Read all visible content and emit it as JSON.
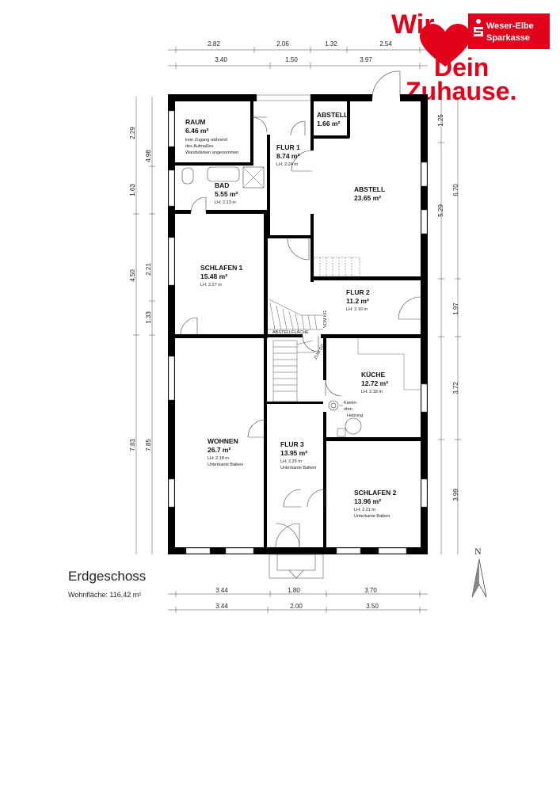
{
  "branding": {
    "slogan_line1": "Wir",
    "slogan_line2": "Dein",
    "slogan_line3": "Zuhause.",
    "bank_name_line1": "Weser-Elbe",
    "bank_name_line2": "Sparkasse",
    "accent_color": "#e3001b"
  },
  "floor": {
    "title": "Erdgeschoss",
    "living_area": "Wohnfläche: 116.42 m²",
    "north_label": "N"
  },
  "rooms": {
    "raum": {
      "name": "RAUM",
      "area": "6.46 m²",
      "note1": "kein Zugang während",
      "note2": "des Aufmaßes",
      "note3": "Wandstärken angenommen"
    },
    "abstell_small": {
      "name": "ABSTELL",
      "area": "1.66 m²"
    },
    "flur1": {
      "name": "FLUR 1",
      "area": "8.74 m²",
      "lh": "LH: 2.24 m"
    },
    "bad": {
      "name": "BAD",
      "area": "5.55 m²",
      "lh": "LH: 2.13 m"
    },
    "abstell_large": {
      "name": "ABSTELL",
      "area": "23.65 m²"
    },
    "schlafen1": {
      "name": "SCHLAFEN 1",
      "area": "15.48 m²",
      "lh": "LH: 2.27 m"
    },
    "flur2": {
      "name": "FLUR 2",
      "area": "11.2 m²",
      "lh": "LH: 2.10 m"
    },
    "kueche": {
      "name": "KÜCHE",
      "area": "12.72 m²",
      "lh": "LH: 2.18 m"
    },
    "wohnen": {
      "name": "WOHNEN",
      "area": "26.7 m²",
      "lh": "LH: 2.18 m",
      "note": "Unterkante Balken"
    },
    "flur3": {
      "name": "FLUR 3",
      "area": "13.95 m²",
      "lh": "LH: 2.25 m",
      "note": "Unterkante Balken"
    },
    "schlafen2": {
      "name": "SCHLAFEN 2",
      "area": "13.96 m²",
      "lh": "LH: 2.21 m",
      "note": "Unterkante Balken"
    }
  },
  "labels": {
    "abstellflaeche": "ABSTELLFLÄCHE",
    "vom_kg": "VOM KG",
    "zum_dg": "ZUM DG",
    "kaminofen1": "Kamin-",
    "kaminofen2": "ofen",
    "heizung": "Heizung"
  },
  "dimensions": {
    "top_row1": [
      "2.82",
      "2.06",
      "1.32",
      "2.54"
    ],
    "top_row2": [
      "3.40",
      "1.50",
      "3.97"
    ],
    "bottom_row1": [
      "3.44",
      "1.80",
      "3.70"
    ],
    "bottom_row2": [
      "3.44",
      "2.00",
      "3.50"
    ],
    "left_outer": [
      "4.98",
      "4.50",
      "7.83"
    ],
    "left_inner": [
      "2.29",
      "1.63",
      "2.21",
      "1.33",
      "7.85"
    ],
    "right_inner": [
      "1.25",
      "5.29",
      "1.97",
      "3.72",
      "3.99"
    ],
    "right_outer": [
      "6.70"
    ]
  }
}
